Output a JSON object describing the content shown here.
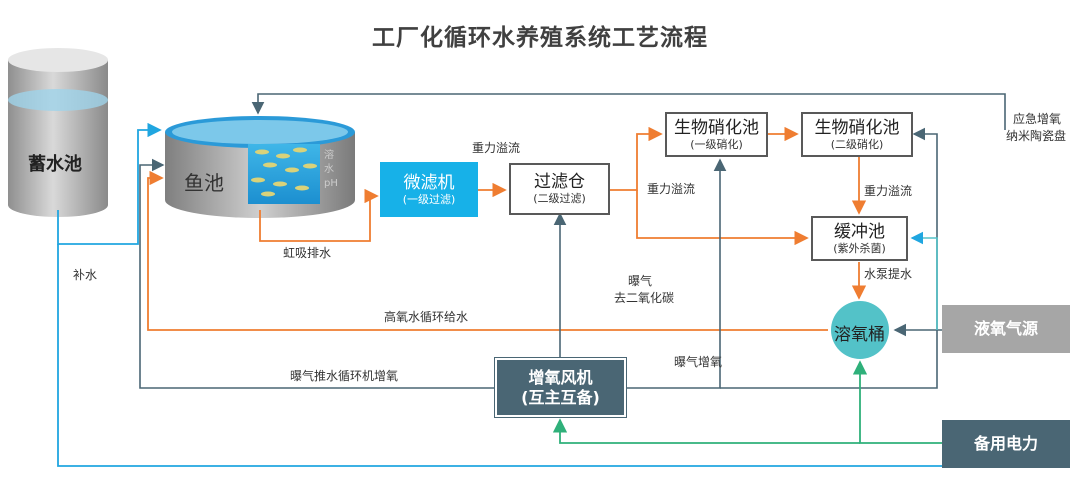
{
  "title": "工厂化循环水养殖系统工艺流程",
  "reservoir": "蓄水池",
  "fish_pond": "鱼池",
  "pond_sensor_lines": [
    "溶",
    "水",
    "pH"
  ],
  "microfilter": {
    "name": "微滤机",
    "sub": "(一级过滤)"
  },
  "filter_tank": {
    "name": "过滤仓",
    "sub": "(二级过滤)"
  },
  "bio_tank_1": {
    "name": "生物硝化池",
    "sub": "(一级硝化)"
  },
  "bio_tank_2": {
    "name": "生物硝化池",
    "sub": "(二级硝化)"
  },
  "buffer_tank": {
    "name": "缓冲池",
    "sub": "(紫外杀菌)"
  },
  "oxygen_tank": "溶氧桶",
  "blower": {
    "name": "增氧风机",
    "sub": "(互主互备)"
  },
  "liquid_oxygen": "液氧气源",
  "backup_power": "备用电力",
  "labels": {
    "gravity_overflow_1": "重力溢流",
    "gravity_overflow_2": "重力溢流",
    "gravity_overflow_3": "重力溢流",
    "siphon_drain": "虹吸排水",
    "refill": "补水",
    "aeration_co2_1": "曝气",
    "aeration_co2_2": "去二氧化碳",
    "high_oxygen_supply": "高氧水循环给水",
    "aeration_push": "曝气推水循环机增氧",
    "aeration_boost": "曝气增氧",
    "pump_lift": "水泵提水",
    "emergency_1": "应急增氧",
    "emergency_2": "纳米陶瓷盘"
  },
  "colors": {
    "orange": "#ef7d31",
    "blue": "#20a6e0",
    "green": "#2fb07a",
    "dark": "#4a6674",
    "teal": "#53c2c8"
  }
}
